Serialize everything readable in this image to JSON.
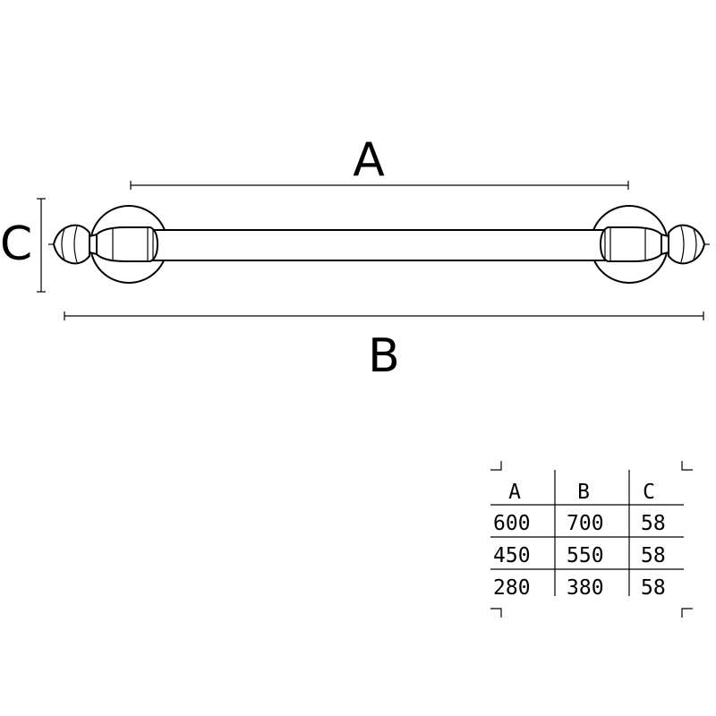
{
  "dimensions": {
    "a_label": "A",
    "b_label": "B",
    "c_label": "C"
  },
  "table": {
    "headers": [
      "A",
      "B",
      "C"
    ],
    "rows": [
      [
        "600",
        "700",
        "58"
      ],
      [
        "450",
        "550",
        "58"
      ],
      [
        "280",
        "380",
        "58"
      ]
    ]
  }
}
